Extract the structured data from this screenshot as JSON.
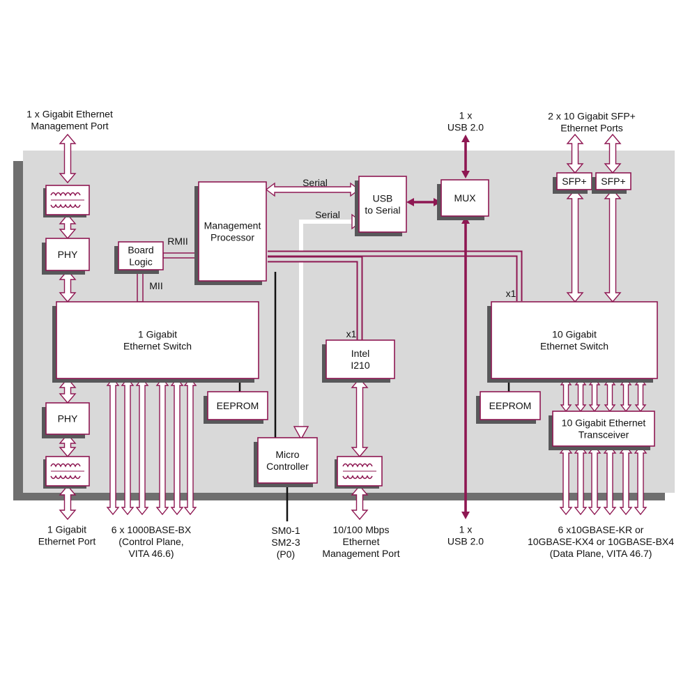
{
  "colors": {
    "accent": "#8e1752",
    "board": "#d9d9d9",
    "board_shadow": "#6f6f6f",
    "box_shadow": "#58585a",
    "text": "#111111"
  },
  "blocks": {
    "phy_top": "PHY",
    "phy_bottom": "PHY",
    "board_logic": [
      "Board",
      "Logic"
    ],
    "management_processor": [
      "Management",
      "Processor"
    ],
    "usb_to_serial": [
      "USB",
      "to Serial"
    ],
    "mux": "MUX",
    "sfp_1": "SFP+",
    "sfp_2": "SFP+",
    "gbe_switch": [
      "1 Gigabit",
      "Ethernet Switch"
    ],
    "tengbe_switch": [
      "10 Gigabit",
      "Ethernet Switch"
    ],
    "eeprom_left": "EEPROM",
    "eeprom_right": "EEPROM",
    "intel_i210": [
      "Intel",
      "I210"
    ],
    "micro_controller": [
      "Micro",
      "Controller"
    ],
    "tengbe_transceiver": [
      "10 Gigabit Ethernet",
      "Transceiver"
    ]
  },
  "links": {
    "serial_top": "Serial",
    "serial_mid": "Serial",
    "rmii": "RMII",
    "mii": "MII",
    "x1_intel": "x1",
    "x1_switch": "x1"
  },
  "external": {
    "gbe_mgmt_port": [
      "1 x Gigabit Ethernet",
      "Management Port"
    ],
    "usb_top": [
      "1 x",
      "USB 2.0"
    ],
    "sfp_ports": [
      "2 x 10 Gigabit SFP+",
      "Ethernet Ports"
    ],
    "gbe_port": [
      "1 Gigabit",
      "Ethernet Port"
    ],
    "base_bx": [
      "6 x 1000BASE-BX",
      "(Control Plane,",
      "VITA 46.6)"
    ],
    "sm_bus": [
      "SM0-1",
      "SM2-3",
      "(P0)"
    ],
    "mgmt_port_100": [
      "10/100 Mbps",
      "Ethernet",
      "Management Port"
    ],
    "usb_bottom": [
      "1 x",
      "USB 2.0"
    ],
    "data_plane": [
      "6 x10GBASE-KR or",
      "10GBASE-KX4 or 10GBASE-BX4",
      "(Data Plane, VITA 46.7)"
    ]
  },
  "icons": [
    "magnetics-icon",
    "bidirectional-arrow-icon"
  ]
}
